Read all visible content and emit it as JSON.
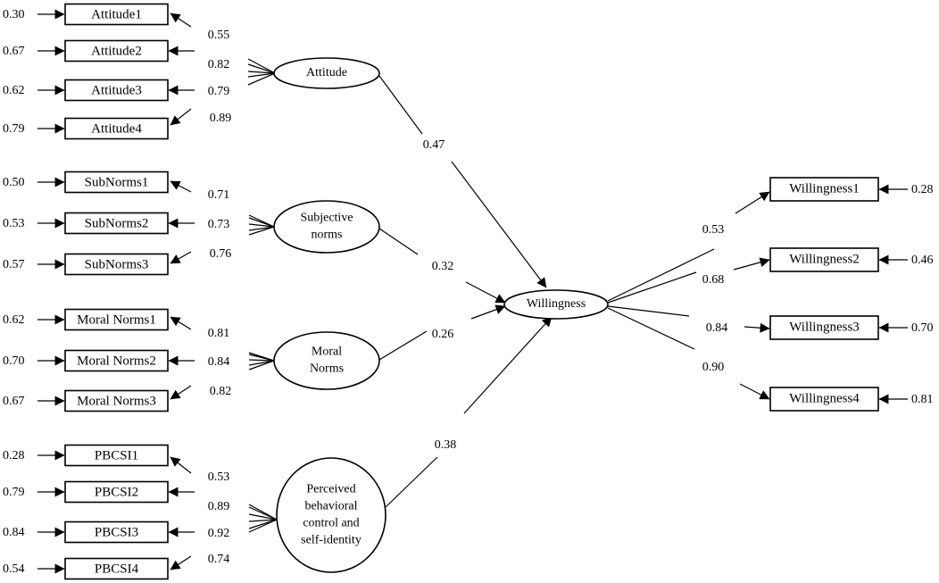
{
  "indicators": [
    {
      "id": "att1",
      "label": "Attitude1",
      "error": "0.30"
    },
    {
      "id": "att2",
      "label": "Attitude2",
      "error": "0.67"
    },
    {
      "id": "att3",
      "label": "Attitude3",
      "error": "0.62"
    },
    {
      "id": "att4",
      "label": "Attitude4",
      "error": "0.79"
    },
    {
      "id": "sn1",
      "label": "SubNorms1",
      "error": "0.50"
    },
    {
      "id": "sn2",
      "label": "SubNorms2",
      "error": "0.53"
    },
    {
      "id": "sn3",
      "label": "SubNorms3",
      "error": "0.57"
    },
    {
      "id": "mn1",
      "label": "Moral Norms1",
      "error": "0.62"
    },
    {
      "id": "mn2",
      "label": "Moral Norms2",
      "error": "0.70"
    },
    {
      "id": "mn3",
      "label": "Moral Norms3",
      "error": "0.67"
    },
    {
      "id": "pb1",
      "label": "PBCSI1",
      "error": "0.28"
    },
    {
      "id": "pb2",
      "label": "PBCSI2",
      "error": "0.79"
    },
    {
      "id": "pb3",
      "label": "PBCSI3",
      "error": "0.84"
    },
    {
      "id": "pb4",
      "label": "PBCSI4",
      "error": "0.54"
    },
    {
      "id": "w1",
      "label": "Willingness1",
      "error": "0.28"
    },
    {
      "id": "w2",
      "label": "Willingness2",
      "error": "0.46"
    },
    {
      "id": "w3",
      "label": "Willingness3",
      "error": "0.70"
    },
    {
      "id": "w4",
      "label": "Willingness4",
      "error": "0.81"
    }
  ],
  "latents": [
    {
      "id": "attitude",
      "lines": [
        "Attitude"
      ]
    },
    {
      "id": "subnorms",
      "lines": [
        "Subjective",
        "norms"
      ]
    },
    {
      "id": "moral",
      "lines": [
        "Moral",
        "Norms"
      ]
    },
    {
      "id": "pbcsi",
      "lines": [
        "Perceived",
        "behavioral",
        "control and",
        "self-identity"
      ]
    },
    {
      "id": "willingness",
      "lines": [
        "Willingness"
      ]
    }
  ],
  "loadings": [
    {
      "id": "l-att1",
      "value": "0.55"
    },
    {
      "id": "l-att2",
      "value": "0.82"
    },
    {
      "id": "l-att3",
      "value": "0.79"
    },
    {
      "id": "l-att4",
      "value": "0.89"
    },
    {
      "id": "l-sn1",
      "value": "0.71"
    },
    {
      "id": "l-sn2",
      "value": "0.73"
    },
    {
      "id": "l-sn3",
      "value": "0.76"
    },
    {
      "id": "l-mn1",
      "value": "0.81"
    },
    {
      "id": "l-mn2",
      "value": "0.84"
    },
    {
      "id": "l-mn3",
      "value": "0.82"
    },
    {
      "id": "l-pb1",
      "value": "0.53"
    },
    {
      "id": "l-pb2",
      "value": "0.89"
    },
    {
      "id": "l-pb3",
      "value": "0.92"
    },
    {
      "id": "l-pb4",
      "value": "0.74"
    },
    {
      "id": "l-w1",
      "value": "0.53"
    },
    {
      "id": "l-w2",
      "value": "0.68"
    },
    {
      "id": "l-w3",
      "value": "0.84"
    },
    {
      "id": "l-w4",
      "value": "0.90"
    }
  ],
  "paths": [
    {
      "id": "p-att",
      "from": "Attitude",
      "to": "Willingness",
      "value": "0.47"
    },
    {
      "id": "p-sn",
      "from": "Subjective norms",
      "to": "Willingness",
      "value": "0.32"
    },
    {
      "id": "p-mn",
      "from": "Moral Norms",
      "to": "Willingness",
      "value": "0.26"
    },
    {
      "id": "p-pb",
      "from": "Perceived behavioral control and self-identity",
      "to": "Willingness",
      "value": "0.38"
    }
  ]
}
